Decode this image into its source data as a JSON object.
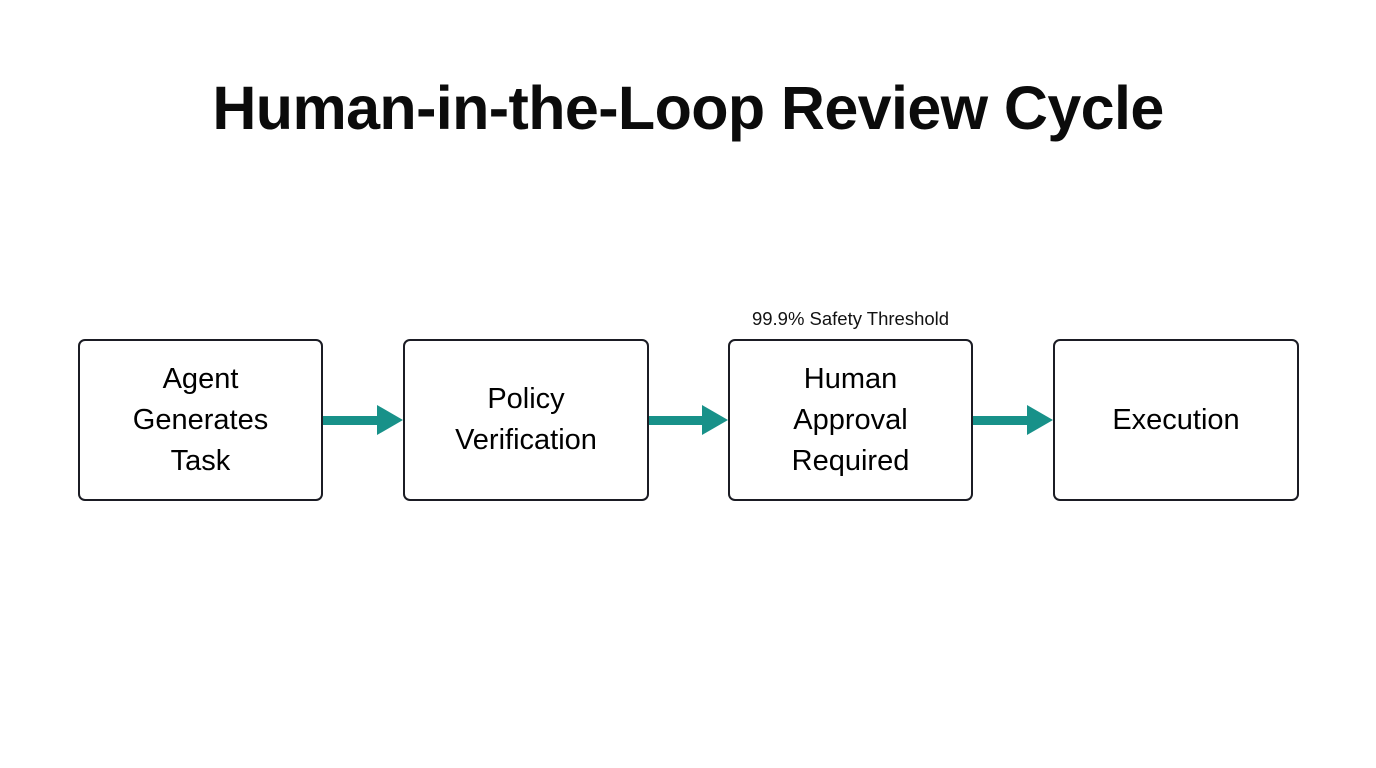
{
  "diagram": {
    "title": "Human-in-the-Loop Review Cycle",
    "type": "flowchart",
    "orientation": "left-to-right",
    "background_color": "#ffffff",
    "node_border_color": "#1b1c24",
    "node_fill_color": "#ffffff",
    "arrow_color": "#189189",
    "text_color": "#000000",
    "nodes": [
      {
        "id": "agent-generates-task",
        "label": "Agent\nGenerates\nTask"
      },
      {
        "id": "policy-verification",
        "label": "Policy\nVerification"
      },
      {
        "id": "human-approval-required",
        "label": "Human\nApproval\nRequired"
      },
      {
        "id": "execution",
        "label": "Execution"
      }
    ],
    "edges": [
      {
        "from": "agent-generates-task",
        "to": "policy-verification",
        "label": ""
      },
      {
        "from": "policy-verification",
        "to": "human-approval-required",
        "label": ""
      },
      {
        "from": "human-approval-required",
        "to": "execution",
        "label": ""
      }
    ],
    "annotations": [
      {
        "id": "safety-threshold",
        "text": "99.9% Safety Threshold",
        "attached_to": "human-approval-required",
        "position": "above"
      }
    ]
  }
}
